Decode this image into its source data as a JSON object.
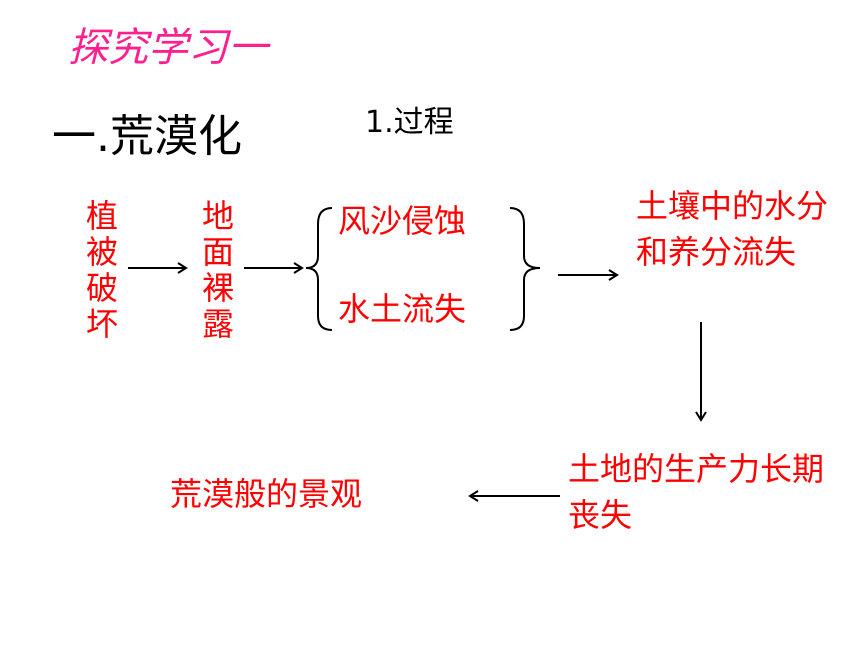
{
  "title": "探究学习一",
  "heading": "一.荒漠化",
  "subheading": "1.过程",
  "colors": {
    "title": "#ff1f8f",
    "text": "#000000",
    "node": "#ff0000"
  },
  "nodes": {
    "vegetation_damage": "植被破坏",
    "ground_exposed": "地面裸露",
    "wind_erosion": "风沙侵蚀",
    "soil_erosion": "水土流失",
    "water_nutrient_loss": "土壤中的水分和养分流失",
    "productivity_loss": "土地的生产力长期丧失",
    "desert_landscape": "荒漠般的景观"
  }
}
